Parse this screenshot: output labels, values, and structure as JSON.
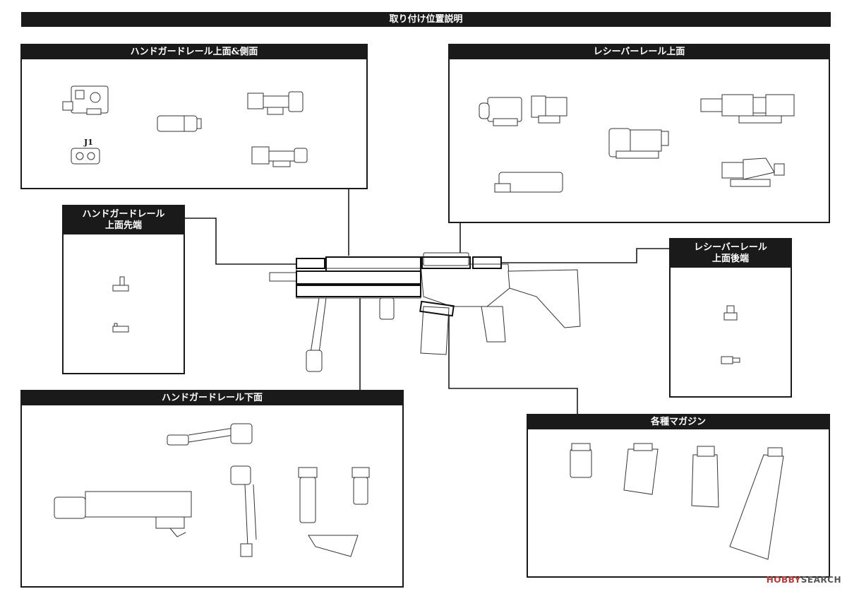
{
  "title": "取り付け位置説明",
  "panels": {
    "handguard_top_side": {
      "label": "ハンドガードレール上面&側面",
      "part_label": "J1"
    },
    "handguard_top_front": {
      "label_line1": "ハンドガードレール",
      "label_line2": "上面先端"
    },
    "handguard_bottom": {
      "label": "ハンドガードレール下面"
    },
    "receiver_top": {
      "label": "レシーバーレール上面"
    },
    "receiver_top_rear": {
      "label_line1": "レシーバーレール",
      "label_line2": "上面後端"
    },
    "magazines": {
      "label": "各種マガジン"
    }
  },
  "watermark": {
    "part1": "HOBBY",
    "part2": "SEARCH"
  },
  "colors": {
    "ink": "#1a1a1a",
    "line": "#555555",
    "accent": "#b23b3b"
  }
}
